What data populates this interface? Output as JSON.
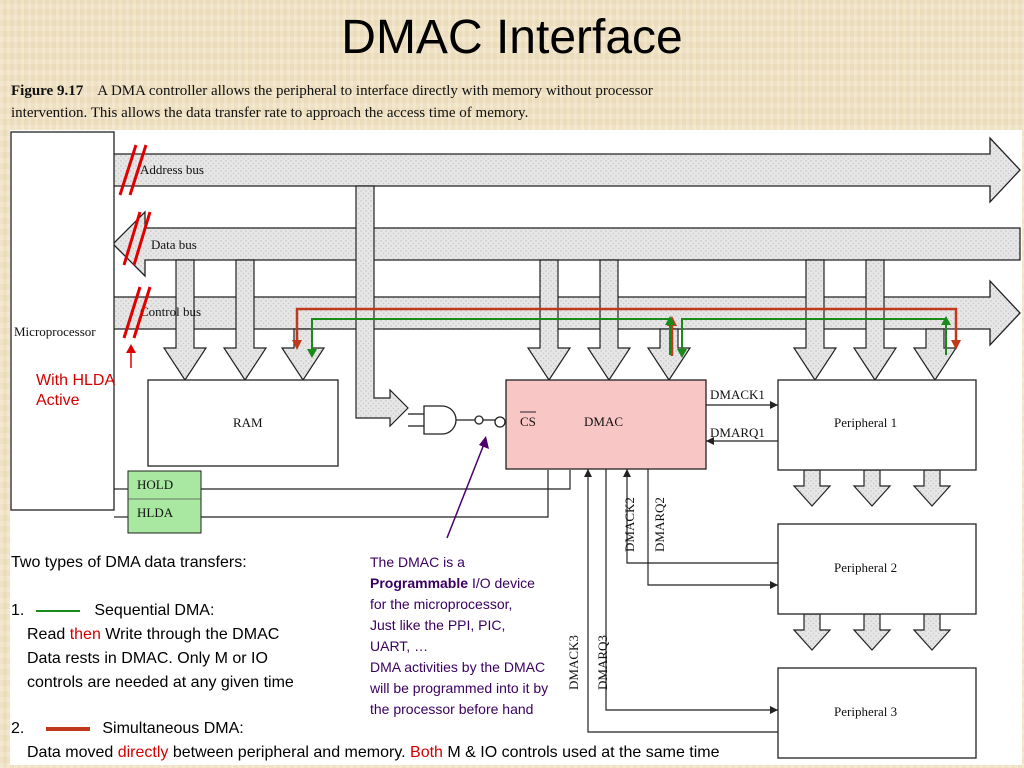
{
  "title": "DMAC Interface",
  "caption": {
    "label": "Figure 9.17",
    "text": "A DMA controller allows the peripheral to interface directly with memory without processor intervention. This allows the data transfer rate to approach the access time of memory."
  },
  "diagram": {
    "microprocessor": "Microprocessor",
    "address_bus": "Address bus",
    "data_bus": "Data bus",
    "control_bus": "Control bus",
    "ram": "RAM",
    "hold": "HOLD",
    "hlda": "HLDA",
    "cs": "CS",
    "dmac": "DMAC",
    "dmack1": "DMACK1",
    "dmarq1": "DMARQ1",
    "dmack2": "DMACK2",
    "dmarq2": "DMARQ2",
    "dmack3": "DMACK3",
    "dmarq3": "DMARQ3",
    "peripheral_1": "Peripheral 1",
    "peripheral_2": "Peripheral 2",
    "peripheral_3": "Peripheral 3"
  },
  "annotations": {
    "hlda_note_1": "With HLDA",
    "hlda_note_2": "Active",
    "types_heading": "Two types of DMA data transfers:",
    "seq_number": "1.",
    "seq_title": "Sequential DMA:",
    "seq_read": "Read",
    "seq_then": "then",
    "seq_write": "Write through the DMAC",
    "seq_line2": "Data rests in DMAC. Only M or IO",
    "seq_line3": "controls are needed at any given time",
    "dmac_note_1": "The DMAC is a",
    "dmac_note_bold": "Programmable",
    "dmac_note_2": "I/O device",
    "dmac_note_3": "for the microprocessor,",
    "dmac_note_4": "Just like the PPI, PIC,",
    "dmac_note_5": "UART, …",
    "dmac_note_6": "DMA activities by the DMAC",
    "dmac_note_7": "will be programmed into it by",
    "dmac_note_8": "the processor before hand",
    "sim_number": "2.",
    "sim_title": "Simultaneous DMA:",
    "sim_pre": "Data moved",
    "sim_directly": "directly",
    "sim_mid": "between peripheral and memory.",
    "sim_both": "Both",
    "sim_post": "M & IO controls used at the same time"
  },
  "colors": {
    "sequential_line": "#1a8a1a",
    "simultaneous_line": "#c0391b",
    "dmac_fill": "#f9c6c6",
    "hold_hlda_fill": "#a8e8a0",
    "annotation_red": "#d40000",
    "annotation_purple": "#4a006e"
  }
}
